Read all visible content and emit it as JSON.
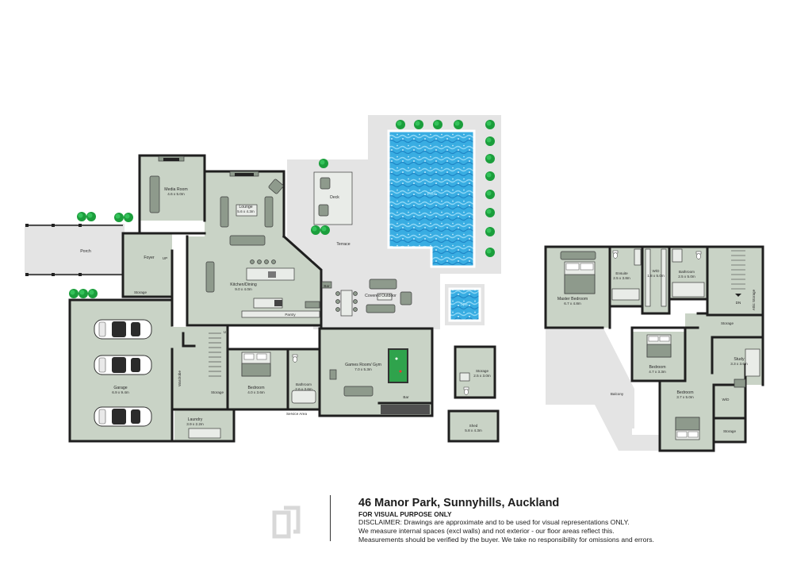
{
  "rooms": {
    "media_room": {
      "name": "Media Room",
      "size": "4.6 x 5.0m"
    },
    "lounge": {
      "name": "Lounge",
      "size": "5.6 x 4.3m"
    },
    "deck": {
      "name": "Deck"
    },
    "pool": {
      "name": "Pool"
    },
    "terrace": {
      "name": "Terrace"
    },
    "porch": {
      "name": "Porch"
    },
    "foyer": {
      "name": "Foyer"
    },
    "up1": {
      "name": "UP"
    },
    "up2": {
      "name": "UP"
    },
    "storage_entry": {
      "name": "Storage"
    },
    "kitchen": {
      "name": "Kitchen/Dining",
      "size": "9.0 x 4.0m"
    },
    "bar1": {
      "name": "Bar"
    },
    "covered_outdoor": {
      "name": "Covered Outdoor"
    },
    "spa": {
      "name": "Spa"
    },
    "pantry": {
      "name": "Pantry"
    },
    "garage": {
      "name": "Garage",
      "size": "6.9 x 9.4m"
    },
    "wardrobe": {
      "name": "Wardrobe"
    },
    "bedroom_g": {
      "name": "Bedroom",
      "size": "4.0 x 3.6m"
    },
    "bathroom_g": {
      "name": "Bathroom",
      "size": "2.6 x 3.6m"
    },
    "games_room": {
      "name": "Games Room/ Gym",
      "size": "7.0 x 5.3m"
    },
    "bar2": {
      "name": "Bar"
    },
    "storage_stair": {
      "name": "Storage"
    },
    "laundry": {
      "name": "Laundry",
      "size": "3.9 x 2.2m"
    },
    "service_area": {
      "name": "Service Area"
    },
    "storage_out": {
      "name": "Storage",
      "size": "2.5 x 3.0m"
    },
    "shed": {
      "name": "Shed",
      "size": "5.8 x 4.3m"
    },
    "master_bedroom": {
      "name": "Master Bedroom",
      "size": "6.7 x 4.8m"
    },
    "ensuite": {
      "name": "Ensuite",
      "size": "2.5 x 3.8m"
    },
    "wd_master": {
      "name": "W/D",
      "size": "1.8 x 5.0m"
    },
    "bathroom_u": {
      "name": "Bathroom",
      "size": "2.5 x 5.0m"
    },
    "dn": {
      "name": "DN"
    },
    "attic_storage": {
      "name": "Attic Storage"
    },
    "storage_u1": {
      "name": "Storage"
    },
    "bedroom_u1": {
      "name": "Bedroom",
      "size": "4.7 x 3.3m"
    },
    "study": {
      "name": "Study",
      "size": "3.3 x 3.6m"
    },
    "balcony": {
      "name": "Balcony"
    },
    "bedroom_u2": {
      "name": "Bedroom",
      "size": "3.7 x 5.0m"
    },
    "wd_u": {
      "name": "W/D"
    },
    "storage_u2": {
      "name": "Storage"
    }
  },
  "footer": {
    "address": "46 Manor Park, Sunnyhills, Auckland",
    "purpose": "FOR VISUAL PURPOSE ONLY",
    "disclaimer_1": "DISCLAIMER:  Drawings are approximate and to be used for visual representations ONLY.",
    "disclaimer_2": "We measure internal spaces (excl walls) and not exterior - our floor areas reflect this.",
    "disclaimer_3": "Measurements should be verified by the buyer. We take no responsibility for omissions and errors."
  },
  "colors": {
    "room_fill": "#c9d3c6",
    "outdoor_fill": "#e4e4e4",
    "wall": "#1f1f1f",
    "pool_water": "#3aaee0",
    "tree": "#1b9e3c"
  },
  "icons": [
    "tree-icon",
    "car-icon",
    "sofa-icon",
    "bed-icon",
    "toilet-icon",
    "pool-table-icon",
    "fireplace-icon",
    "logo-icon"
  ]
}
